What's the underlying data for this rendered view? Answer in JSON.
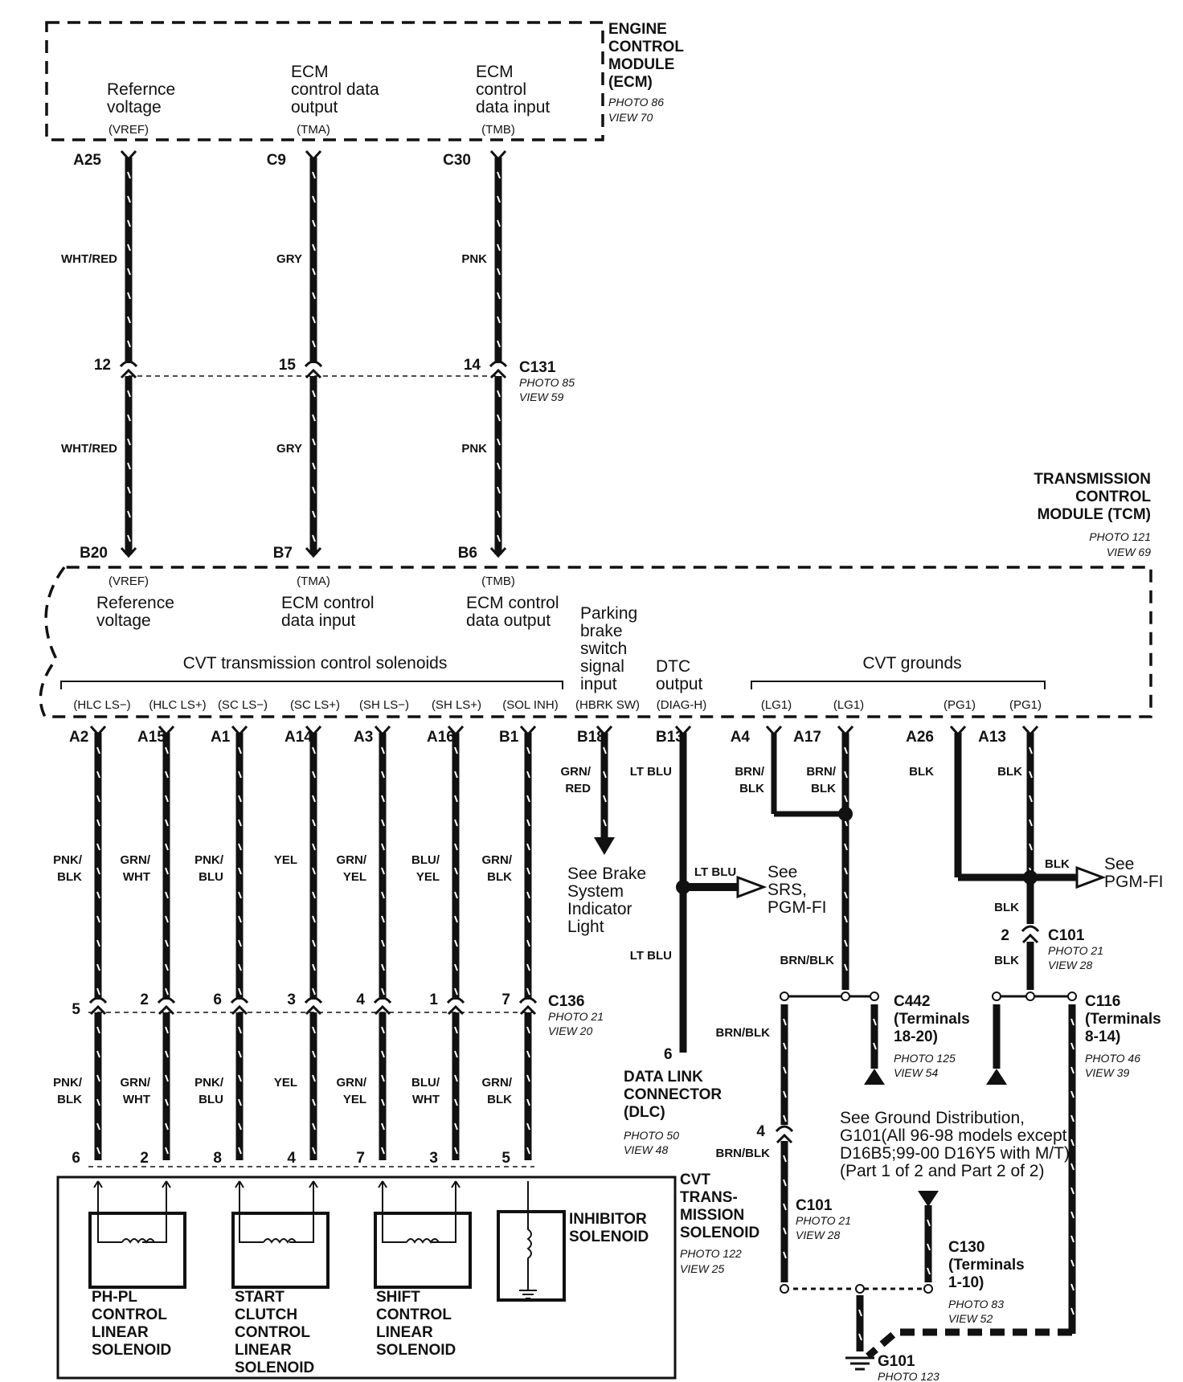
{
  "ecm": {
    "title": [
      "ENGINE",
      "CONTROL",
      "MODULE",
      "(ECM)"
    ],
    "photo": "PHOTO 86",
    "view": "VIEW 70",
    "terminals": [
      {
        "lines": [
          "Refernce",
          "voltage"
        ],
        "code": "(VREF)",
        "pin": "A25"
      },
      {
        "lines": [
          "ECM",
          "control data",
          "output"
        ],
        "code": "(TMA)",
        "pin": "C9"
      },
      {
        "lines": [
          "ECM",
          "control",
          "data input"
        ],
        "code": "(TMB)",
        "pin": "C30"
      }
    ]
  },
  "upper_wires": [
    {
      "color_top": "WHT/RED",
      "color_bottom": "WHT/RED",
      "c131_pin": "12",
      "tcm_pin": "B20"
    },
    {
      "color_top": "GRY",
      "color_bottom": "GRY",
      "c131_pin": "15",
      "tcm_pin": "B7"
    },
    {
      "color_top": "PNK",
      "color_bottom": "PNK",
      "c131_pin": "14",
      "tcm_pin": "B6"
    }
  ],
  "c131": {
    "label": "C131",
    "photo": "PHOTO 85",
    "view": "VIEW 59"
  },
  "tcm": {
    "title": [
      "TRANSMISSION",
      "CONTROL",
      "MODULE (TCM)"
    ],
    "photo": "PHOTO 121",
    "view": "VIEW 69",
    "top_terminals": [
      {
        "code": "(VREF)",
        "lines": [
          "Reference",
          "voltage"
        ]
      },
      {
        "code": "(TMA)",
        "lines": [
          "ECM control",
          "data input"
        ]
      },
      {
        "code": "(TMB)",
        "lines": [
          "ECM control",
          "data output"
        ]
      }
    ],
    "group_solenoids": "CVT transmission control solenoids",
    "parking_label": [
      "Parking",
      "brake",
      "switch",
      "signal",
      "input"
    ],
    "dtc_label": [
      "DTC",
      "output"
    ],
    "group_grounds": "CVT grounds",
    "bottom_codes": [
      "(HLC LS−)",
      "(HLC LS+)",
      "(SC LS−)",
      "(SC LS+)",
      "(SH LS−)",
      "(SH LS+)",
      "(SOL INH)",
      "(HBRK SW)",
      "(DIAG-H)",
      "(LG1)",
      "(LG1)",
      "(PG1)",
      "(PG1)"
    ]
  },
  "solenoid_wires": [
    {
      "pin": "A2",
      "color_top": [
        "PNK/",
        "BLK"
      ],
      "c136_pin": "5",
      "color_bottom": [
        "PNK/",
        "BLK"
      ],
      "sol_pin": "6"
    },
    {
      "pin": "A15",
      "color_top": [
        "GRN/",
        "WHT"
      ],
      "c136_pin": "2",
      "color_bottom": [
        "GRN/",
        "WHT"
      ],
      "sol_pin": "2"
    },
    {
      "pin": "A1",
      "color_top": [
        "PNK/",
        "BLU"
      ],
      "c136_pin": "6",
      "color_bottom": [
        "PNK/",
        "BLU"
      ],
      "sol_pin": "8"
    },
    {
      "pin": "A14",
      "color_top": [
        "YEL"
      ],
      "c136_pin": "3",
      "color_bottom": [
        "YEL"
      ],
      "sol_pin": "4"
    },
    {
      "pin": "A3",
      "color_top": [
        "GRN/",
        "YEL"
      ],
      "c136_pin": "4",
      "color_bottom": [
        "GRN/",
        "YEL"
      ],
      "sol_pin": "7"
    },
    {
      "pin": "A16",
      "color_top": [
        "BLU/",
        "YEL"
      ],
      "c136_pin": "1",
      "color_bottom": [
        "BLU/",
        "WHT"
      ],
      "sol_pin": "3"
    },
    {
      "pin": "B1",
      "color_top": [
        "GRN/",
        "BLK"
      ],
      "c136_pin": "7",
      "color_bottom": [
        "GRN/",
        "BLK"
      ],
      "sol_pin": "5"
    }
  ],
  "c136": {
    "label": "C136",
    "photo": "PHOTO 21",
    "view": "VIEW 20"
  },
  "brake": {
    "pin": "B18",
    "color": [
      "GRN/",
      "RED"
    ],
    "see": [
      "See Brake",
      "System",
      "Indicator",
      "Light"
    ]
  },
  "dtc": {
    "pin": "B13",
    "color_top": "LT BLU",
    "color_splice": "LT BLU",
    "color_bottom": "LT BLU",
    "see": [
      "See",
      "SRS,",
      "PGM-FI"
    ],
    "dlc_pin": "6",
    "dlc_title": [
      "DATA LINK",
      "CONNECTOR",
      "(DLC)"
    ],
    "dlc_photo": "PHOTO 50",
    "dlc_view": "VIEW 48"
  },
  "grounds": {
    "lg_pins": [
      "A4",
      "A17"
    ],
    "lg_colors": [
      [
        "BRN/",
        "BLK"
      ],
      [
        "BRN/",
        "BLK"
      ]
    ],
    "lg_down_color": "BRN/BLK",
    "pg_pins": [
      "A26",
      "A13"
    ],
    "pg_colors": [
      "BLK",
      "BLK"
    ],
    "pg_splice_color": "BLK",
    "pg_see": [
      "See",
      "PGM-FI"
    ],
    "pg_c101_pin": "2",
    "pg_colors_lower": [
      "BLK",
      "BLK"
    ],
    "c101_upper": {
      "label": "C101",
      "photo": "PHOTO 21",
      "view": "VIEW 28"
    },
    "c442": {
      "label": [
        "C442",
        "(Terminals",
        "18-20)"
      ],
      "photo": "PHOTO 125",
      "view": "VIEW 54"
    },
    "c116": {
      "label": [
        "C116",
        "(Terminals",
        "8-14)"
      ],
      "photo": "PHOTO 46",
      "view": "VIEW 39"
    },
    "left_bus_color": "BRN/BLK",
    "left_bus_color2": "BRN/BLK",
    "c101_lower_pin": "4",
    "c101_lower": {
      "label": "C101",
      "photo": "PHOTO 21",
      "view": "VIEW 28"
    },
    "see_ground": [
      "See Ground Distribution,",
      "G101(All 96-98 models except",
      "D16B5;99-00 D16Y5 with M/T)",
      "(Part 1 of 2 and Part 2 of 2)"
    ],
    "c130": {
      "label": [
        "C130",
        "(Terminals",
        "1-10)"
      ],
      "photo": "PHOTO 83",
      "view": "VIEW 52"
    },
    "g101": {
      "label": "G101",
      "photo": "PHOTO 123"
    }
  },
  "solenoid_block": {
    "title": [
      "CVT",
      "TRANS-",
      "MISSION",
      "SOLENOID"
    ],
    "photo": "PHOTO 122",
    "view": "VIEW 25",
    "solenoids": [
      {
        "name": [
          "PH-PL",
          "CONTROL",
          "LINEAR",
          "SOLENOID"
        ]
      },
      {
        "name": [
          "START",
          "CLUTCH",
          "CONTROL",
          "LINEAR",
          "SOLENOID"
        ]
      },
      {
        "name": [
          "SHIFT",
          "CONTROL",
          "LINEAR",
          "SOLENOID"
        ]
      },
      {
        "name": [
          "INHIBITOR",
          "SOLENOID"
        ]
      }
    ]
  }
}
